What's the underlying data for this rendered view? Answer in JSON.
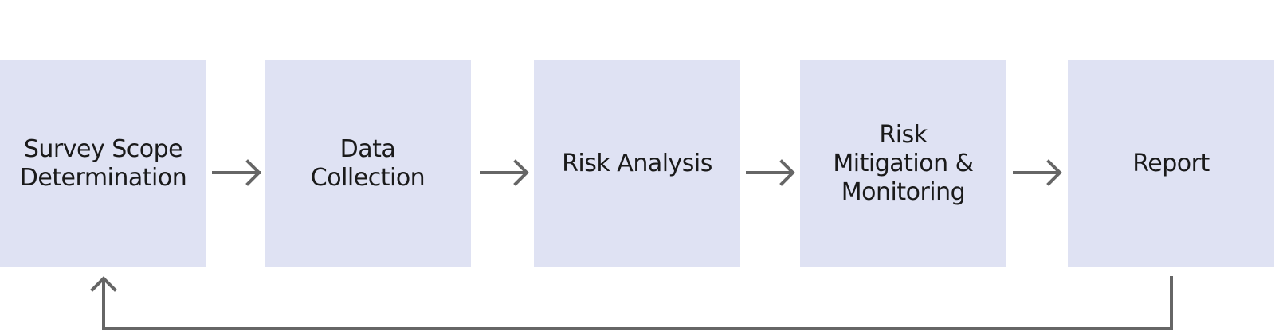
{
  "steps": [
    {
      "id": "survey-scope",
      "label": "Survey Scope\nDetermination"
    },
    {
      "id": "data-collection",
      "label": "Data\nCollection"
    },
    {
      "id": "risk-analysis",
      "label": "Risk Analysis"
    },
    {
      "id": "risk-mitigation",
      "label": "Risk\nMitigation &\nMonitoring"
    },
    {
      "id": "report",
      "label": "Report"
    }
  ],
  "colors": {
    "box_fill": "#dfe2f3",
    "arrow": "#666666",
    "text": "#1a1a1a"
  }
}
